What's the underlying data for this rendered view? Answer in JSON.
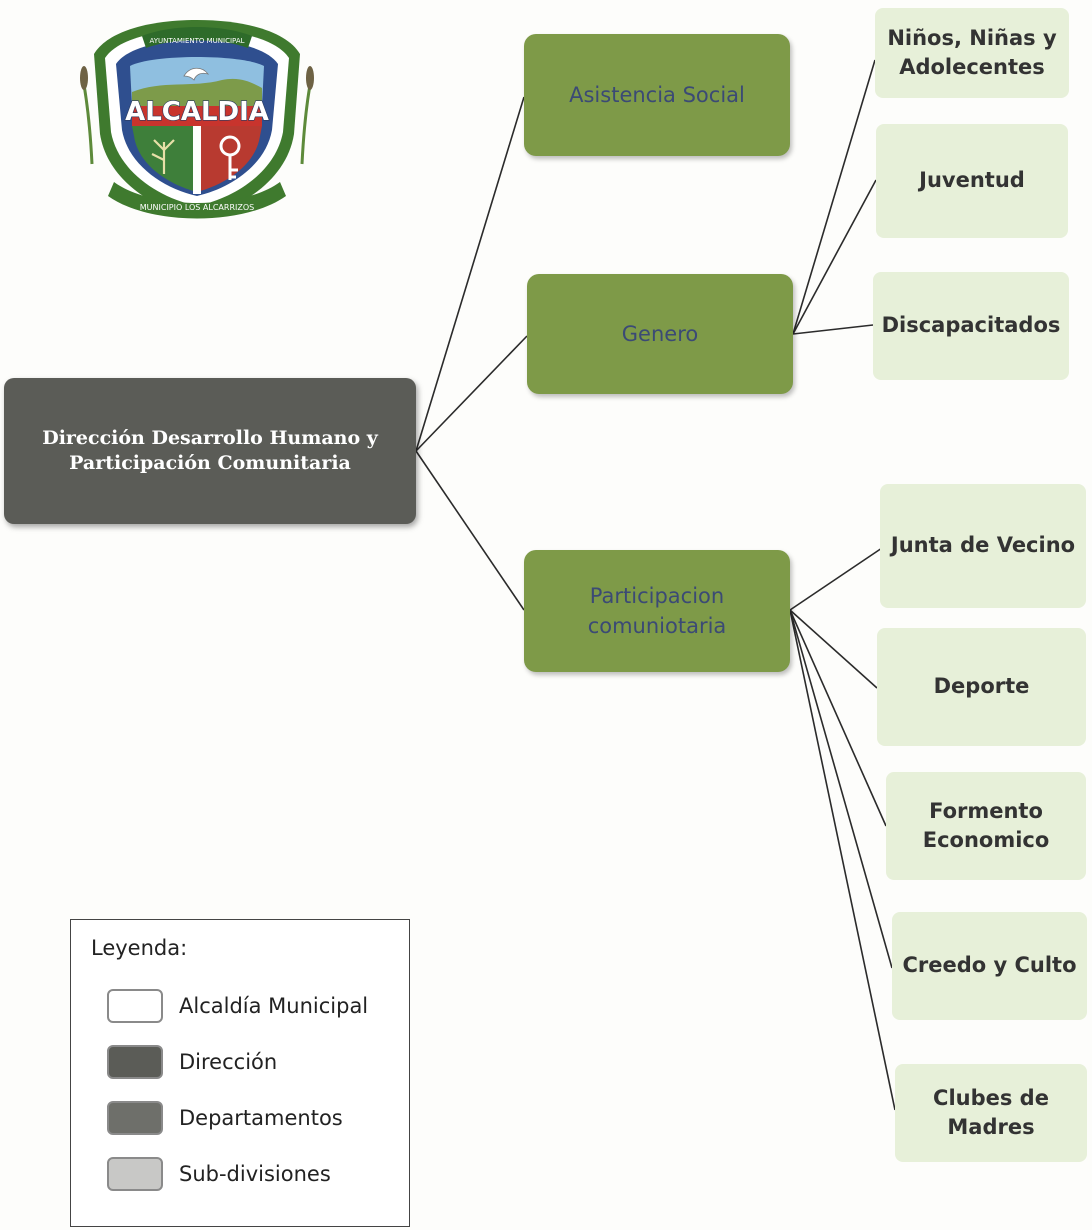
{
  "logo": {
    "text": "ALCALDIA",
    "ring_text": "AYUNTAMIENTO MUNICIPAL",
    "banner_text": "MUNICIPIO LOS ALCARRIZOS"
  },
  "root": {
    "line1": "Dirección Desarrollo Humano y",
    "line2": "Participación Comunitaria"
  },
  "departments": [
    {
      "lines": [
        "Asistencia Social"
      ]
    },
    {
      "lines": [
        "Genero"
      ]
    },
    {
      "lines": [
        "Participacion",
        "comuniotaria"
      ]
    }
  ],
  "subdivisions": [
    {
      "lines": [
        "Niños, Niñas y",
        "Adolecentes"
      ]
    },
    {
      "lines": [
        "Juventud"
      ]
    },
    {
      "lines": [
        "Discapacitados"
      ]
    },
    {
      "lines": [
        "Junta de Vecino"
      ]
    },
    {
      "lines": [
        "Deporte"
      ]
    },
    {
      "lines": [
        "Formento",
        "Economico"
      ]
    },
    {
      "lines": [
        "Creedo y Culto"
      ]
    },
    {
      "lines": [
        "Clubes de",
        "Madres"
      ]
    }
  ],
  "legend": {
    "title": "Leyenda:",
    "items": [
      {
        "label": "Alcaldía Municipal",
        "color": "#ffffff"
      },
      {
        "label": "Dirección",
        "color": "#5b5c57"
      },
      {
        "label": "Departamentos",
        "color": "#6e6f6a"
      },
      {
        "label": "Sub-divisiones",
        "color": "#c8c8c6"
      }
    ]
  },
  "colors": {
    "root": "#5b5c57",
    "department": "#7e9a48",
    "department_text": "#3b4a75",
    "subdivision": "#e7f0d9",
    "connector": "#2b2b2b"
  }
}
